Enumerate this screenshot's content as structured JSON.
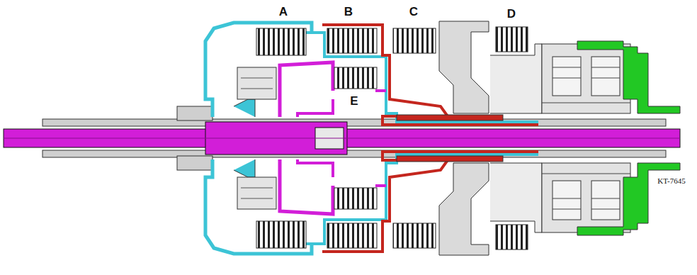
{
  "diagram": {
    "labels": [
      "A",
      "B",
      "C",
      "D",
      "E",
      "KT-7645"
    ]
  }
}
